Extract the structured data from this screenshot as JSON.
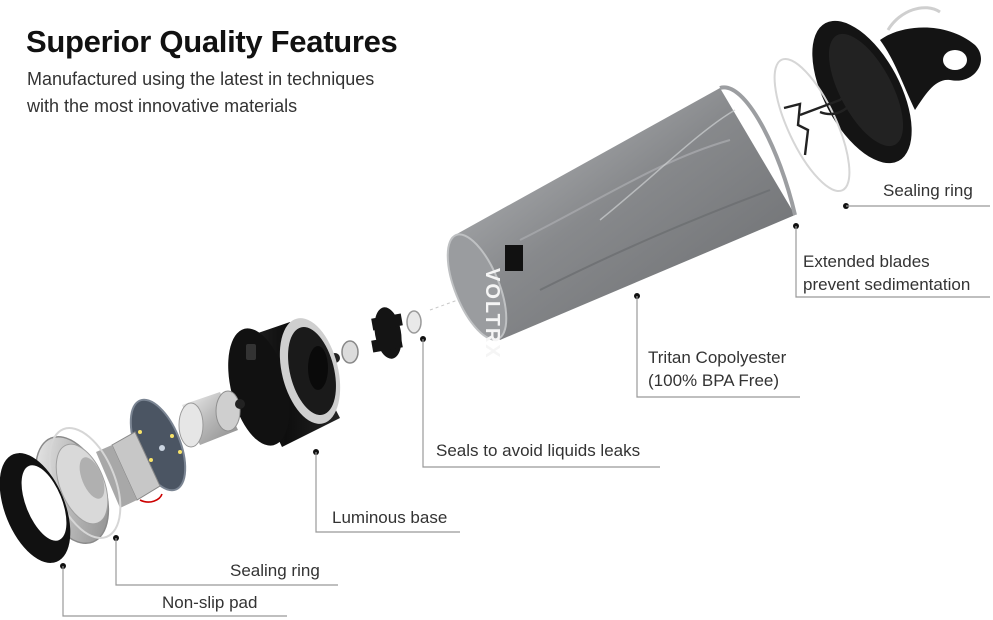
{
  "header": {
    "title": "Superior Quality Features",
    "subtitle_lines": [
      "Manufactured using the latest in techniques",
      "with the most innovative materials"
    ]
  },
  "product": {
    "brand_mark": "VOLTRX"
  },
  "callouts": {
    "top_sealing_ring": "Sealing ring",
    "extended_blades_line1": "Extended blades",
    "extended_blades_line2": "prevent sedimentation",
    "tritan_line1": "Tritan Copolyester",
    "tritan_line2": "(100% BPA Free)",
    "seals": "Seals to avoid liquids leaks",
    "luminous_base": "Luminous base",
    "bottom_sealing_ring": "Sealing ring",
    "non_slip_pad": "Non-slip pad"
  },
  "colors": {
    "cup": "#7d7f82",
    "lid": "#141414",
    "base": "#161616",
    "leader": "#999999",
    "dot": "#111111"
  }
}
